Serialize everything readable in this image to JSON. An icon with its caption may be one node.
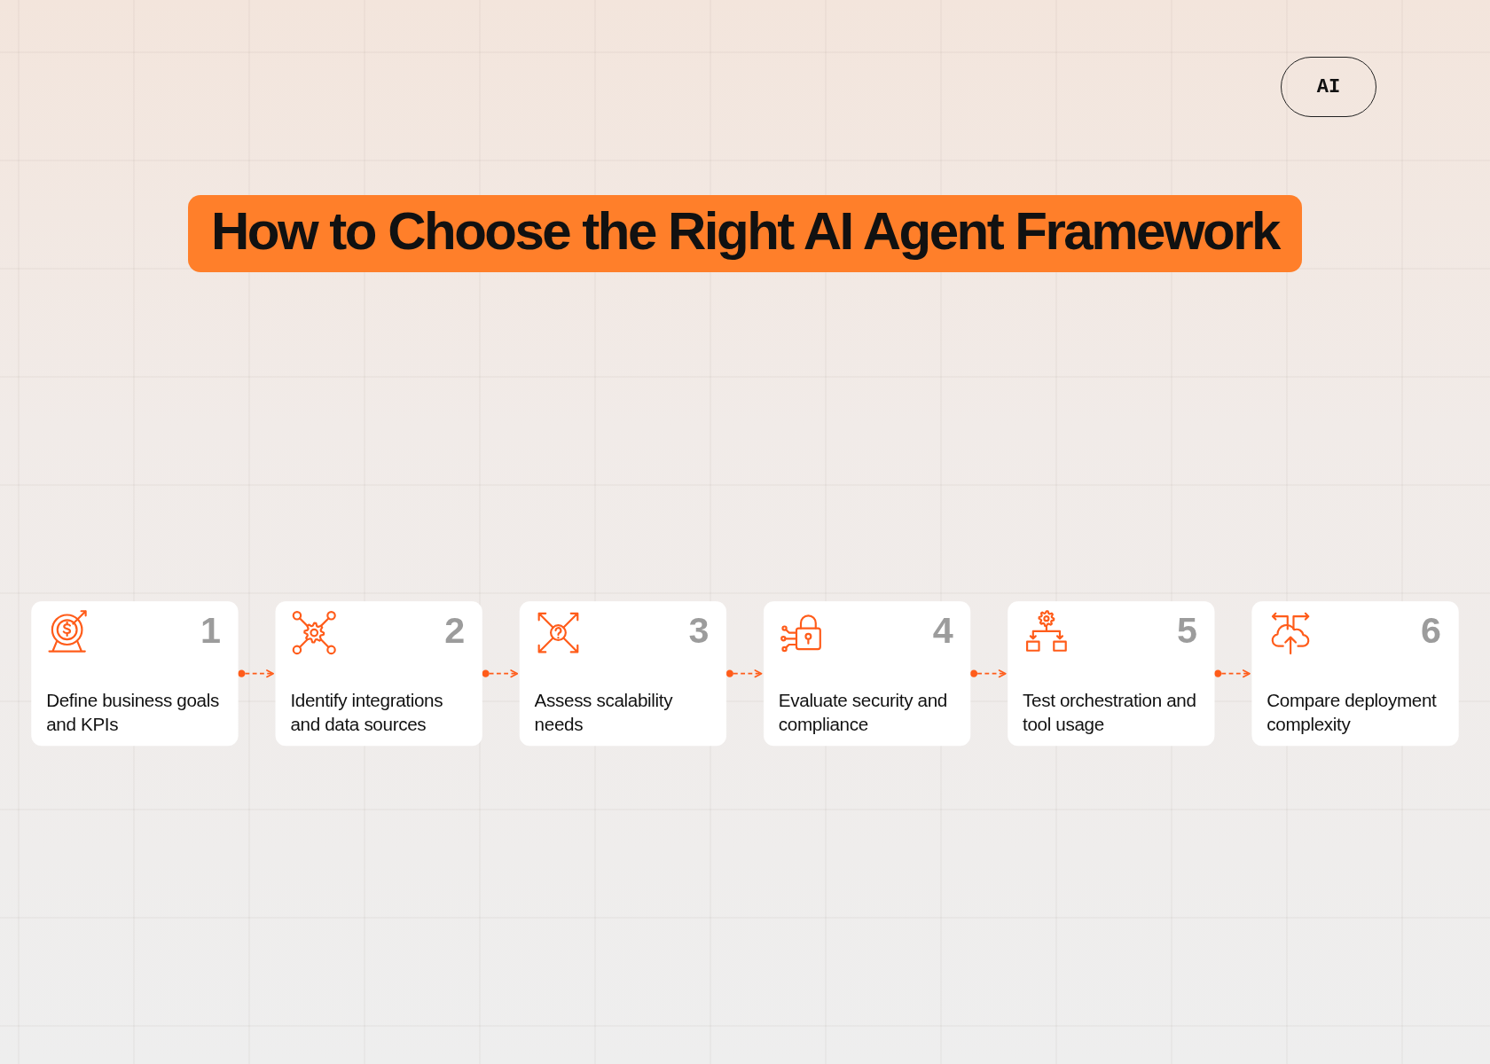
{
  "diagram": {
    "title": "How to Choose the Right AI Agent Framework",
    "nodes": [
      {
        "text": [
          "1",
          "Define business goals and KPIs"
        ]
      },
      {
        "text": [
          "2",
          "Identify integrations and data sources"
        ]
      },
      {
        "text": [
          "3",
          "Assess scalability needs"
        ]
      },
      {
        "text": [
          "4",
          "Evaluate security and compliance"
        ]
      },
      {
        "text": [
          "5",
          "Test orchestration and tool usage"
        ]
      },
      {
        "text": [
          "6",
          "Compare deployment complexity"
        ]
      }
    ],
    "edges": [
      {
        "from": 0,
        "to": 1,
        "arrow": "to",
        "style": "dashed"
      },
      {
        "from": 1,
        "to": 2,
        "arrow": "to",
        "style": "dashed"
      },
      {
        "from": 2,
        "to": 3,
        "arrow": "to",
        "style": "dashed"
      },
      {
        "from": 3,
        "to": 4,
        "arrow": "to",
        "style": "dashed"
      },
      {
        "from": 4,
        "to": 5,
        "arrow": "to",
        "style": "dashed"
      }
    ],
    "labels": [
      "AI"
    ]
  }
}
